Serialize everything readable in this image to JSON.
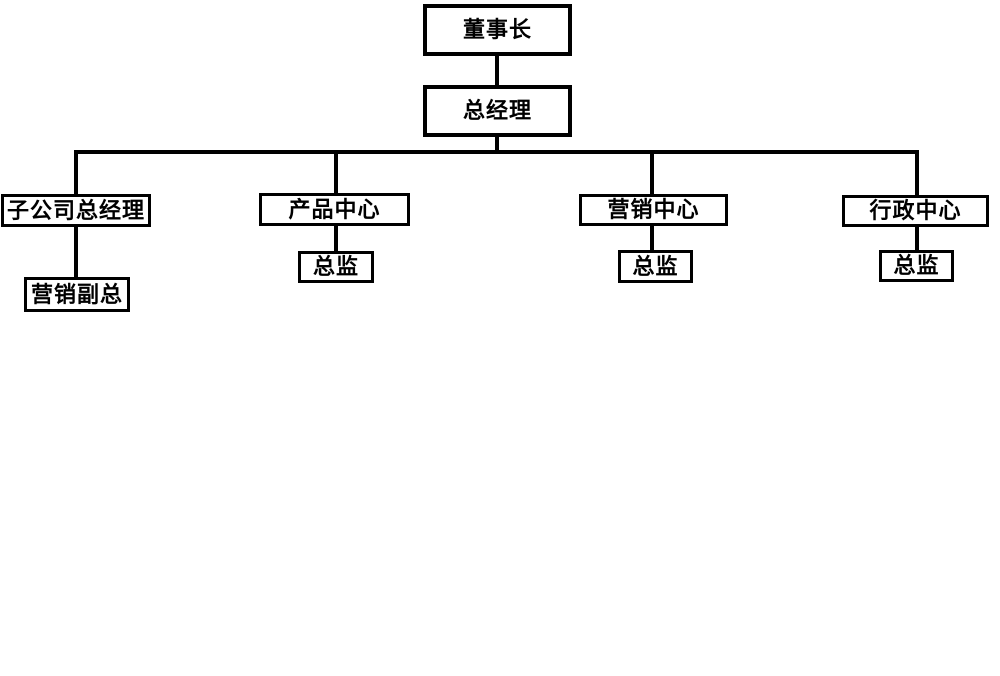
{
  "org_chart": {
    "nodes": {
      "chairman": {
        "label": "董事长"
      },
      "general_manager": {
        "label": "总经理"
      },
      "subsidiary_gm": {
        "label": "子公司总经理"
      },
      "product_center": {
        "label": "产品中心"
      },
      "marketing_center": {
        "label": "营销中心"
      },
      "admin_center": {
        "label": "行政中心"
      },
      "marketing_vp": {
        "label": "营销副总"
      },
      "product_director": {
        "label": "总监"
      },
      "marketing_director": {
        "label": "总监"
      },
      "admin_director": {
        "label": "总监"
      }
    },
    "edges": [
      {
        "from": "chairman",
        "to": "general_manager"
      },
      {
        "from": "general_manager",
        "to": "subsidiary_gm"
      },
      {
        "from": "general_manager",
        "to": "product_center"
      },
      {
        "from": "general_manager",
        "to": "marketing_center"
      },
      {
        "from": "general_manager",
        "to": "admin_center"
      },
      {
        "from": "subsidiary_gm",
        "to": "marketing_vp"
      },
      {
        "from": "product_center",
        "to": "product_director"
      },
      {
        "from": "marketing_center",
        "to": "marketing_director"
      },
      {
        "from": "admin_center",
        "to": "admin_director"
      }
    ],
    "colors": {
      "line": "#000000",
      "background": "#ffffff",
      "text": "#000000"
    }
  }
}
